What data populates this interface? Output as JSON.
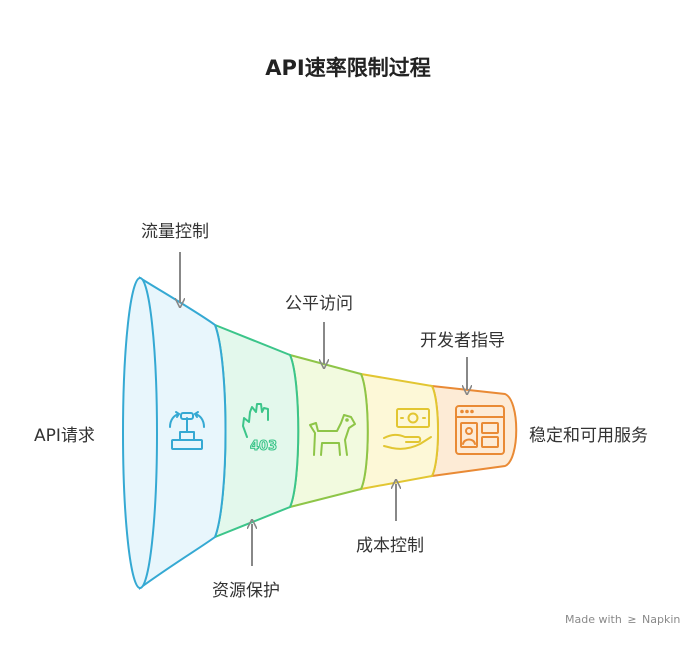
{
  "title": "API速率限制过程",
  "input_label": "API请求",
  "output_label": "稳定和可用服务",
  "stages": [
    {
      "label": "流量控制",
      "icon": "joystick-icon",
      "color": "#35a9d3"
    },
    {
      "label": "资源保护",
      "icon": "hand-403-icon",
      "color": "#3cc58a"
    },
    {
      "label": "公平访问",
      "icon": "dog-icon",
      "color": "#8ec548"
    },
    {
      "label": "成本控制",
      "icon": "money-hand-icon",
      "color": "#e2c632"
    },
    {
      "label": "开发者指导",
      "icon": "browser-window-icon",
      "color": "#e98a35"
    }
  ],
  "watermark": {
    "prefix": "Made with",
    "brand": "Napkin"
  }
}
